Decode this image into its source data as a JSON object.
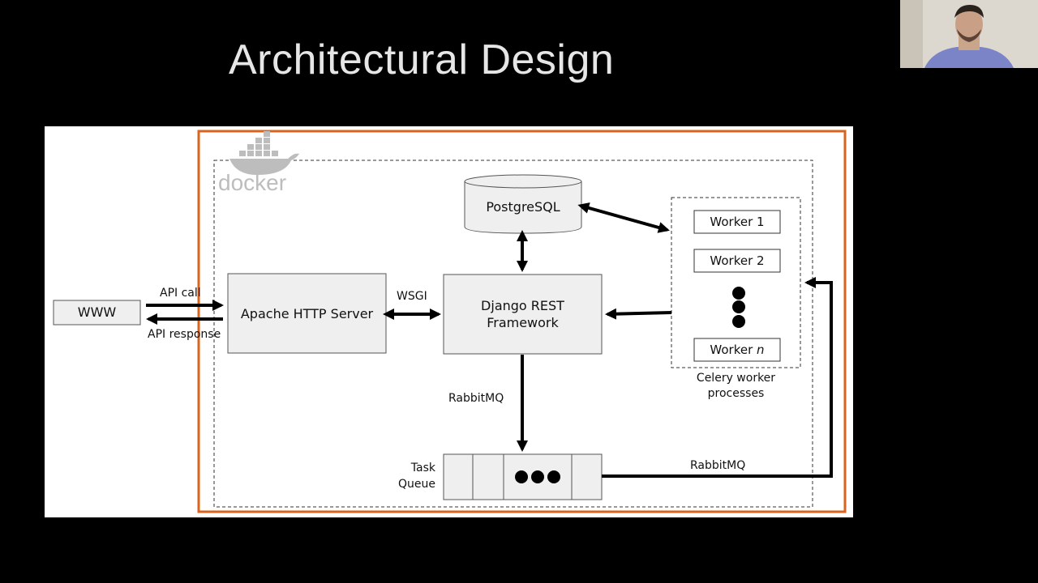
{
  "slide": {
    "title": "Architectural Design"
  },
  "diagram": {
    "docker_logo_text": "docker",
    "www": "WWW",
    "api_call": "API call",
    "api_response": "API response",
    "apache": "Apache HTTP Server",
    "wsgi": "WSGI",
    "django_line1": "Django REST",
    "django_line2": "Framework",
    "postgres": "PostgreSQL",
    "workers": [
      "Worker 1",
      "Worker 2"
    ],
    "worker_n_prefix": "Worker ",
    "worker_n_var": "n",
    "celery_line1": "Celery worker",
    "celery_line2": "processes",
    "rabbitmq_down": "RabbitMQ",
    "rabbitmq_right": "RabbitMQ",
    "task_queue_line1": "Task",
    "task_queue_line2": "Queue"
  },
  "colors": {
    "frame": "#d9641e",
    "box_fill": "#efefef",
    "background": "#000000"
  }
}
